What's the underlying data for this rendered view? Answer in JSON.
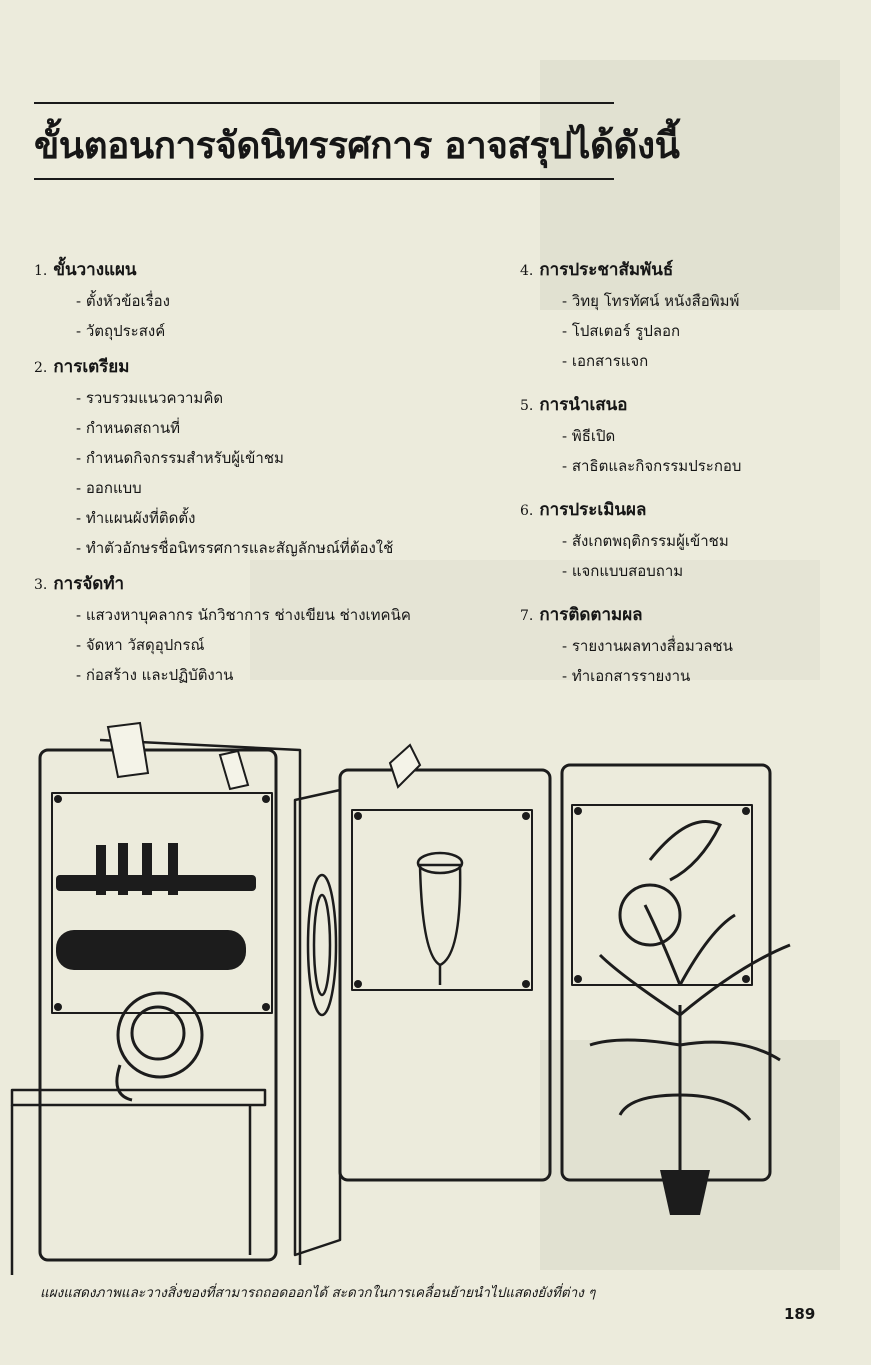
{
  "page": {
    "title": "ขั้นตอนการจัดนิทรรศการ อาจสรุปได้ดังนี้",
    "sections_left": [
      {
        "number": "1.",
        "title": "ขั้นวางแผน",
        "items": [
          "ตั้งหัวข้อเรื่อง",
          "วัตถุประสงค์"
        ]
      },
      {
        "number": "2.",
        "title": "การเตรียม",
        "items": [
          "รวบรวมแนวความคิด",
          "กำหนดสถานที่",
          "กำหนดกิจกรรมสำหรับผู้เข้าชม",
          "ออกแบบ",
          "ทำแผนผังที่ติดตั้ง",
          "ทำตัวอักษรชื่อนิทรรศการและสัญลักษณ์ที่ต้องใช้"
        ]
      },
      {
        "number": "3.",
        "title": "การจัดทำ",
        "items": [
          "แสวงหาบุคลากร นักวิชาการ ช่างเขียน ช่างเทคนิค",
          "จัดหา วัสดุอุปกรณ์",
          "ก่อสร้าง และปฏิบัติงาน"
        ]
      }
    ],
    "sections_right": [
      {
        "number": "4.",
        "title": "การประชาสัมพันธ์",
        "items": [
          "วิทยุ โทรทัศน์ หนังสือพิมพ์",
          "โปสเตอร์ รูปลอก",
          "เอกสารแจก"
        ]
      },
      {
        "number": "5.",
        "title": "การนำเสนอ",
        "items": [
          "พิธีเปิด",
          "สาธิตและกิจกรรมประกอบ"
        ]
      },
      {
        "number": "6.",
        "title": "การประเมินผล",
        "items": [
          "สังเกตพฤติกรรมผู้เข้าชม",
          "แจกแบบสอบถาม"
        ]
      },
      {
        "number": "7.",
        "title": "การติดตามผล",
        "items": [
          "รายงานผลทางสื่อมวลชน",
          "ทำเอกสารรายงาน"
        ]
      }
    ],
    "caption": "แผงแสดงภาพและวางสิ่งของที่สามารถถอดออกได้ สะดวกในการเคลื่อนย้ายนำไปแสดงยังที่ต่าง ๆ",
    "page_number": "189"
  },
  "colors": {
    "paper": "#ecebdc",
    "ink": "#161616"
  }
}
